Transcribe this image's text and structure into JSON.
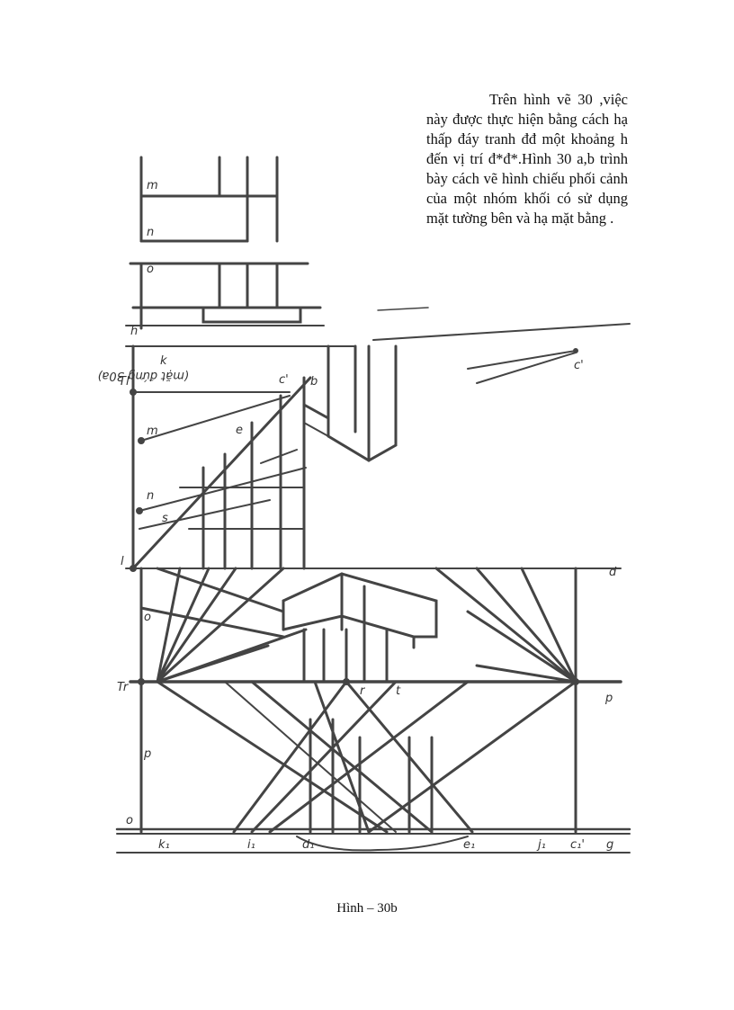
{
  "paragraph": {
    "text": "Trên hình vẽ 30 ,việc này được thực hiện bằng cách hạ thấp đáy tranh đđ một khoảng h đến vị trí đ*đ*.Hình 30 a,b trình bày cách vẽ hình chiếu phối cảnh của một nhóm khối có sử dụng mặt tường bên và hạ mặt bằng ."
  },
  "figure": {
    "caption": "Hình – 30b",
    "mirrored_label": "(mặt đứng 30a)",
    "labels": {
      "m": "m",
      "n": "n",
      "o": "o",
      "h": "h",
      "p": "p",
      "r": "r",
      "k": "k",
      "c1": "c'",
      "t": "t",
      "s": "s",
      "e": "e",
      "l": "l",
      "tl": "Tl",
      "tr": "Tr",
      "d": "d",
      "b": "b",
      "bottom_k1": "k₁",
      "bottom_i1": "i₁",
      "bottom_d1": "d₁",
      "bottom_e1": "e₁",
      "bottom_j1": "j₁",
      "bottom_c1": "c₁'",
      "bottom_g": "g"
    }
  }
}
